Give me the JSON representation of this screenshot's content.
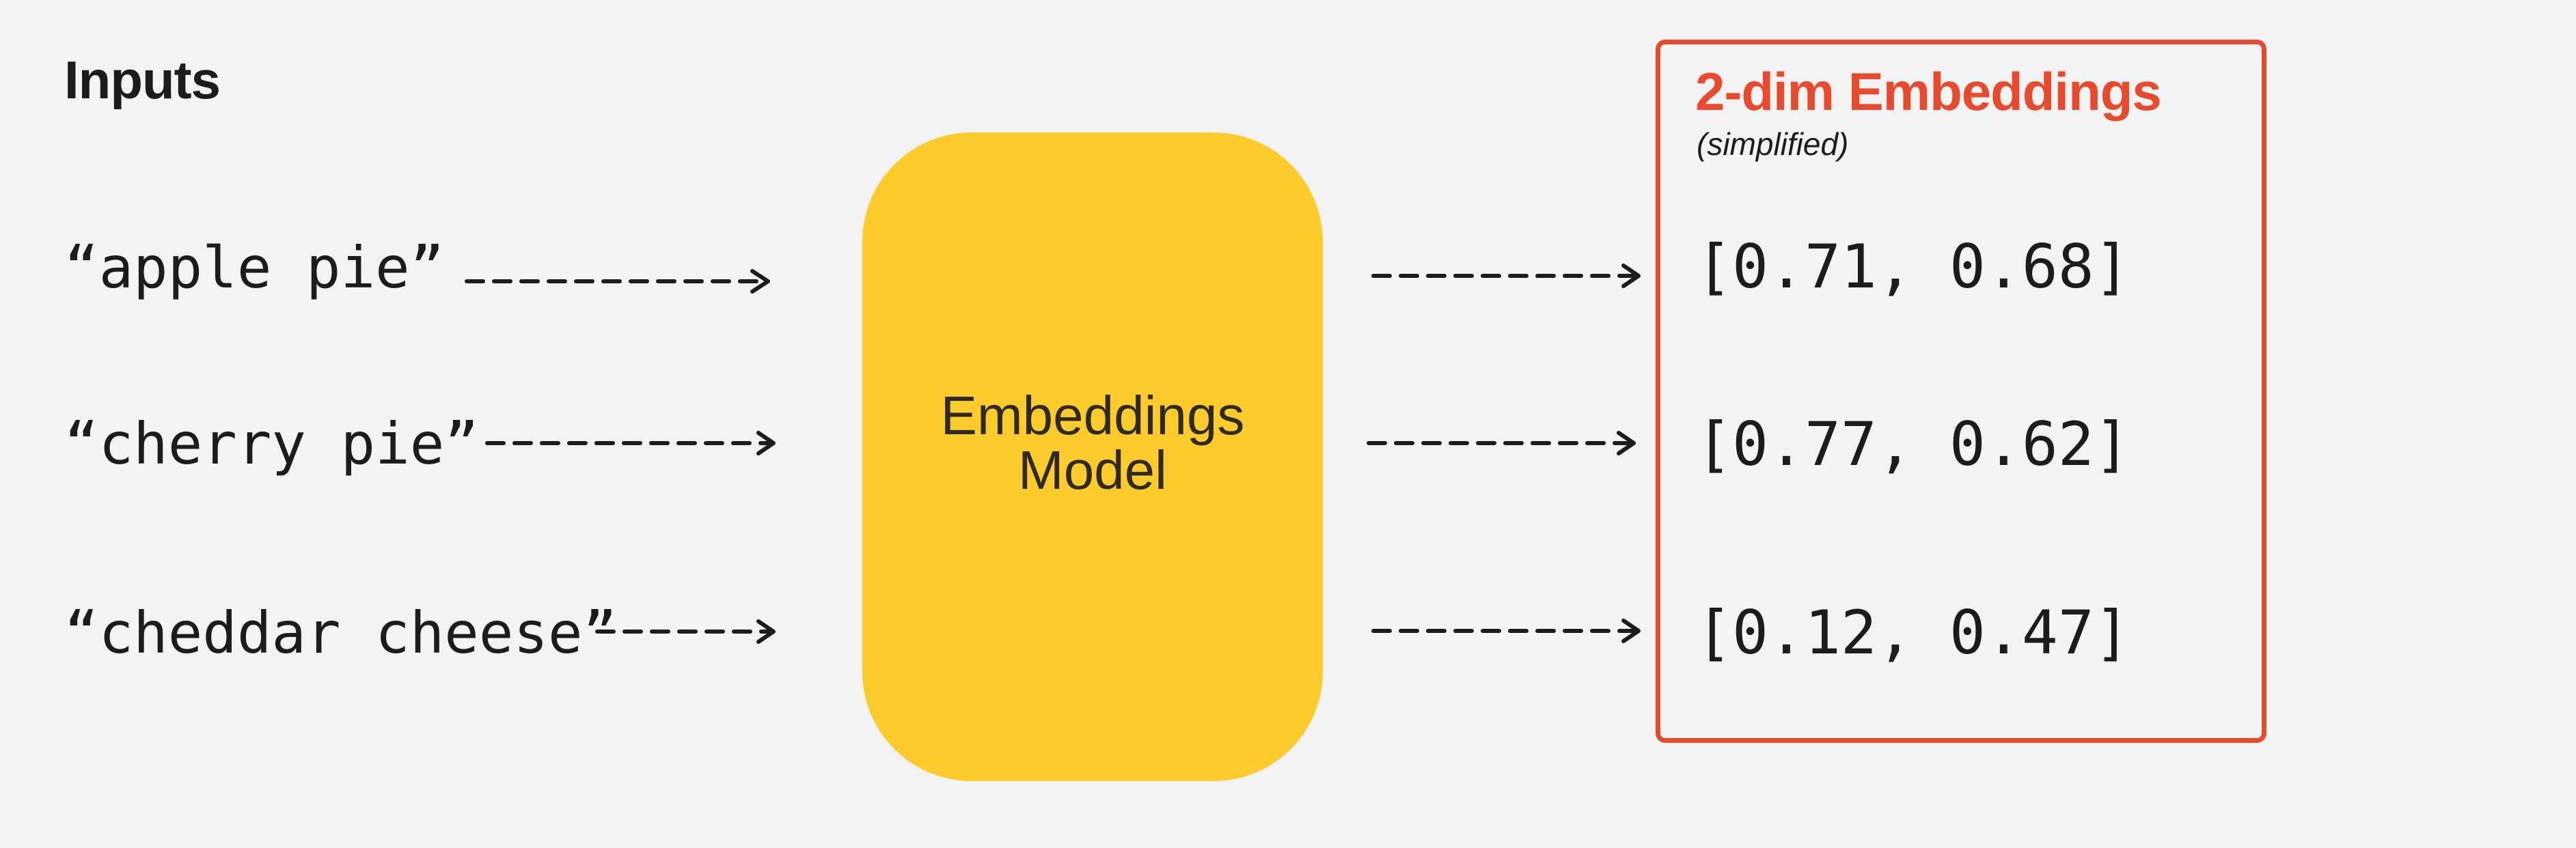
{
  "inputs": {
    "title": "Inputs",
    "items": [
      "“apple pie”",
      "“cherry pie”",
      "“cheddar cheese”"
    ]
  },
  "model": {
    "line1": "Embeddings",
    "line2": "Model"
  },
  "outputs": {
    "title": "2-dim Embeddings",
    "subtitle": "(simplified)",
    "vectors": [
      "[0.71, 0.68]",
      "[0.77, 0.62]",
      "[0.12, 0.47]"
    ]
  },
  "colors": {
    "background": "#f3f3f3",
    "model_fill": "#fdcb2b",
    "output_accent": "#e74a2d",
    "text": "#1c1c1c"
  }
}
